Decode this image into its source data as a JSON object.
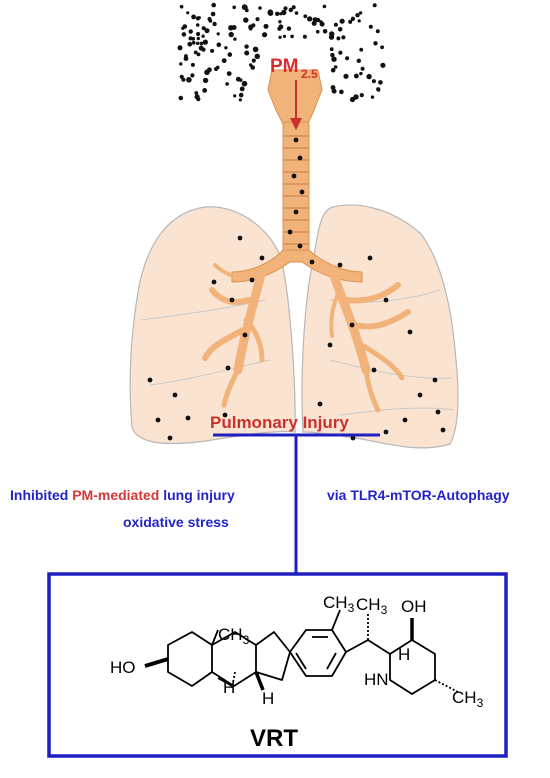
{
  "particle_label": {
    "main": "PM",
    "sub": "2.5"
  },
  "organ_label": "Pulmonary Injury",
  "effects": {
    "line1_prefix": "Inhibited ",
    "line1_highlight": "PM-mediated",
    "line1_suffix": " lung injury",
    "line2": "oxidative stress",
    "mechanism": "via TLR4-mTOR-Autophagy"
  },
  "compound": {
    "name": "VRT",
    "atoms": {
      "hydroxyl_left": "HO",
      "methyl_angular": "CH3",
      "methyl_aromatic": "CH3",
      "methyl_sidechain": "CH3",
      "hydroxyl_right": "OH",
      "hydrogen_a": "H",
      "hydrogen_b": "H",
      "hydrogen_c": "H",
      "amine": "HN",
      "methyl_ring": "CH3"
    }
  },
  "colors": {
    "connector": "#1f1fc0",
    "highlight_red": "#d23838",
    "airway": "#f1b37a",
    "lung_fill": "#fbe3d2",
    "particle": "#111111"
  }
}
